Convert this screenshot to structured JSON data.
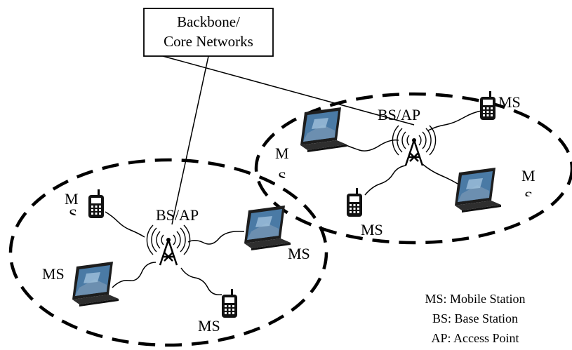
{
  "backbone": {
    "line1": "Backbone/",
    "line2": "Core Networks"
  },
  "cells": [
    {
      "bs_label": "BS/AP",
      "stations": [
        {
          "kind": "phone",
          "label_line1": "M",
          "label_line2": "S"
        },
        {
          "kind": "laptop",
          "label": "MS"
        },
        {
          "kind": "laptop",
          "label": "MS"
        },
        {
          "kind": "phone",
          "label": "MS"
        }
      ]
    },
    {
      "bs_label": "BS/AP",
      "stations": [
        {
          "kind": "laptop",
          "label_line1": "M",
          "label_line2": "S"
        },
        {
          "kind": "phone",
          "label": "MS"
        },
        {
          "kind": "phone",
          "label": "MS"
        },
        {
          "kind": "laptop",
          "label_line1": "M",
          "label_line2": "S"
        }
      ]
    }
  ],
  "legend": [
    "MS: Mobile Station",
    "BS: Base Station",
    "AP: Access Point"
  ],
  "colors": {
    "ink": "#000000",
    "screen": "#3f6f9a",
    "laptop_body": "#2b2b2b"
  }
}
